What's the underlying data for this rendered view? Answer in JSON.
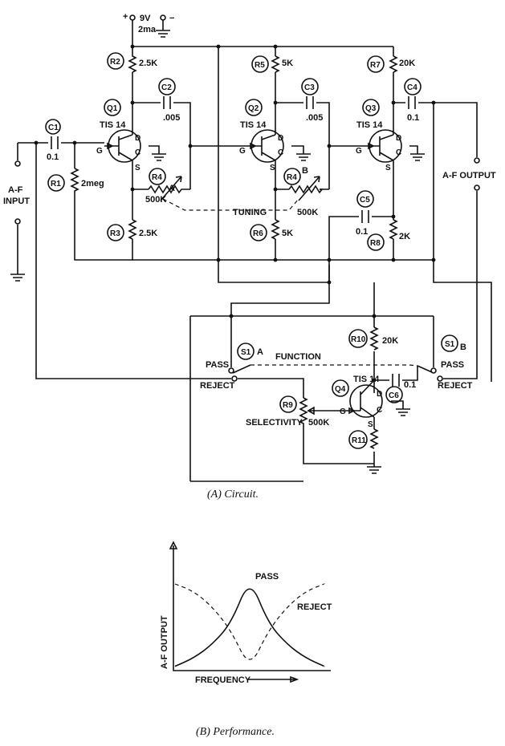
{
  "supply": {
    "voltage": "9V",
    "current": "2ma",
    "plus": "+",
    "minus": "−"
  },
  "components": {
    "C1": {
      "ref": "C1",
      "value": "0.1"
    },
    "R1": {
      "ref": "R1",
      "value": "2meg"
    },
    "R2": {
      "ref": "R2",
      "value": "2.5K"
    },
    "R3": {
      "ref": "R3",
      "value": "2.5K"
    },
    "C2": {
      "ref": "C2",
      "value": ".005"
    },
    "Q1": {
      "ref": "Q1",
      "type": "TIS 14"
    },
    "R4A": {
      "ref": "R4",
      "section": "A",
      "value": "500K"
    },
    "R5": {
      "ref": "R5",
      "value": "5K"
    },
    "C3": {
      "ref": "C3",
      "value": ".005"
    },
    "Q2": {
      "ref": "Q2",
      "type": "TIS 14"
    },
    "R4B": {
      "ref": "R4",
      "section": "B",
      "value": "500K"
    },
    "R6": {
      "ref": "R6",
      "value": "5K"
    },
    "R7": {
      "ref": "R7",
      "value": "20K"
    },
    "C4": {
      "ref": "C4",
      "value": "0.1"
    },
    "Q3": {
      "ref": "Q3",
      "type": "TIS 14"
    },
    "C5": {
      "ref": "C5",
      "value": "0.1"
    },
    "R8": {
      "ref": "R8",
      "value": "2K"
    },
    "R9": {
      "ref": "R9",
      "value": "500K"
    },
    "R10": {
      "ref": "R10",
      "value": "20K"
    },
    "R11": {
      "ref": "R11"
    },
    "C6": {
      "ref": "C6",
      "value": "0.1"
    },
    "Q4": {
      "ref": "Q4",
      "type": "TIS 14"
    },
    "S1A": {
      "ref": "S1",
      "section": "A"
    },
    "S1B": {
      "ref": "S1",
      "section": "B"
    }
  },
  "pins": {
    "g": "G",
    "d": "D",
    "c": "C",
    "s": "S"
  },
  "labels": {
    "af_input": [
      "A-F",
      "INPUT"
    ],
    "af_output": "A-F OUTPUT",
    "tuning": "TUNING",
    "function": "FUNCTION",
    "selectivity": "SELECTIVITY",
    "pass": "PASS",
    "reject": "REJECT"
  },
  "captions": {
    "circuit": "(A) Circuit.",
    "performance": "(B) Performance."
  },
  "chart_data": {
    "type": "line",
    "title": "",
    "xlabel": "FREQUENCY",
    "ylabel": "A-F OUTPUT",
    "x": [
      0,
      0.125,
      0.25,
      0.375,
      0.5,
      0.625,
      0.75,
      0.875,
      1.0
    ],
    "series": [
      {
        "name": "PASS",
        "style": "solid",
        "values": [
          0.03,
          0.12,
          0.27,
          0.5,
          1.0,
          0.5,
          0.27,
          0.12,
          0.03
        ]
      },
      {
        "name": "REJECT",
        "style": "dashed",
        "values": [
          0.93,
          0.85,
          0.68,
          0.42,
          0.0,
          0.42,
          0.68,
          0.85,
          0.93
        ]
      }
    ],
    "xlim": [
      0,
      1
    ],
    "ylim": [
      0,
      1
    ],
    "grid": false
  }
}
